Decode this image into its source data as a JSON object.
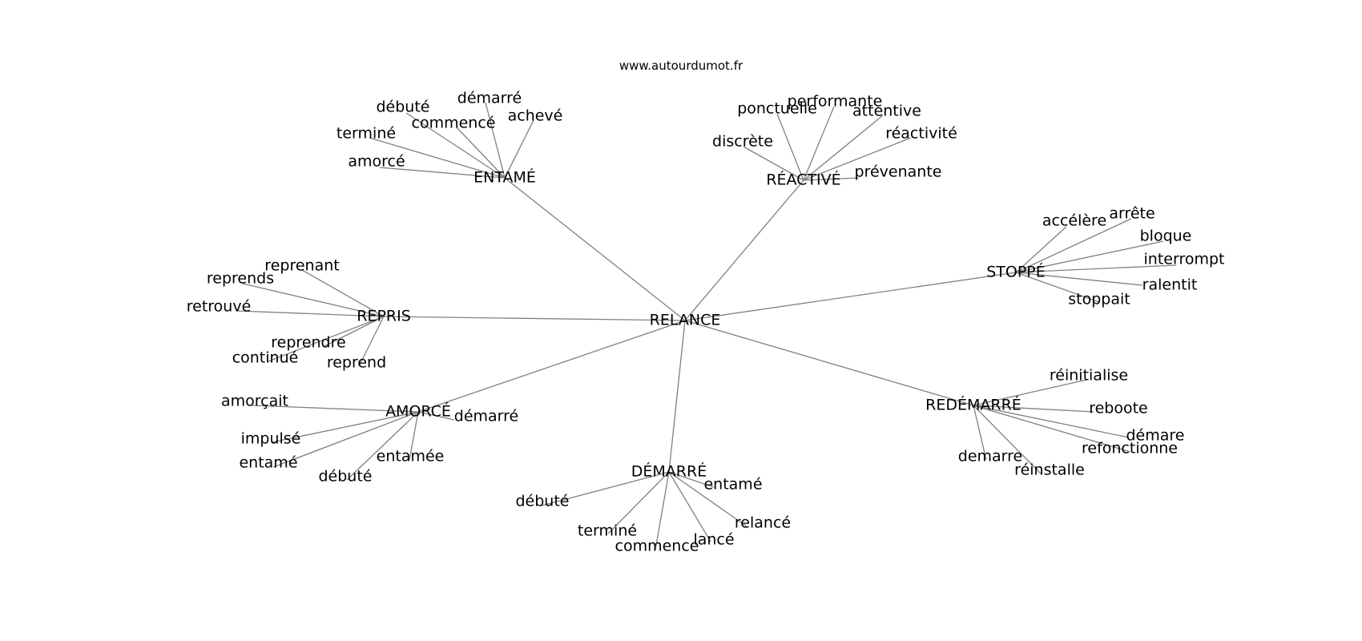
{
  "site": "www.autourdumot.fr",
  "center": "RELANCE",
  "clusters": [
    {
      "hub": "ENTAMÉ",
      "words": [
        "démarré",
        "débuté",
        "commencé",
        "achevé",
        "terminé",
        "amorcé"
      ]
    },
    {
      "hub": "RÉACTIVÉ",
      "words": [
        "ponctuelle",
        "performante",
        "attentive",
        "réactivité",
        "discrète",
        "prévenante"
      ]
    },
    {
      "hub": "STOPPÉ",
      "words": [
        "accélère",
        "arrête",
        "bloque",
        "interrompt",
        "ralentit",
        "stoppait"
      ]
    },
    {
      "hub": "REDÉMARRÉ",
      "words": [
        "réinitialise",
        "reboote",
        "démare",
        "refonctionne",
        "réinstalle",
        "demarre"
      ]
    },
    {
      "hub": "DÉMARRÉ",
      "words": [
        "débuté",
        "entamé",
        "relancé",
        "terminé",
        "commence",
        "lancé"
      ]
    },
    {
      "hub": "AMORCÉ",
      "words": [
        "amorçait",
        "démarré",
        "impulsé",
        "entamée",
        "entamé",
        "débuté"
      ]
    },
    {
      "hub": "REPRIS",
      "words": [
        "reprenant",
        "reprends",
        "retrouvé",
        "reprendre",
        "continué",
        "reprend"
      ]
    }
  ]
}
